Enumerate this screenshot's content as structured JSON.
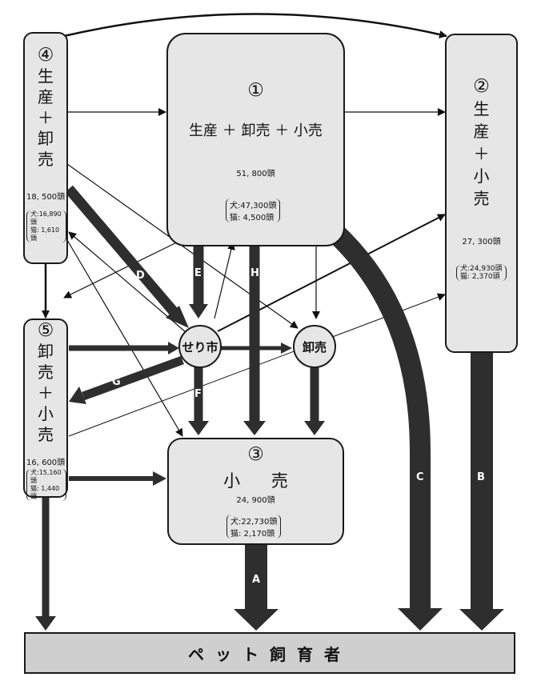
{
  "nodes": {
    "n1": {
      "number": "①",
      "title": "生産 ＋ 卸売 ＋ 小売",
      "total": "51, 800頭",
      "dog": "犬:47,300頭",
      "cat": "猫: 4,500頭"
    },
    "n2": {
      "number": "②",
      "line1": "生",
      "line2": "産",
      "line3": "＋",
      "line4": "小",
      "line5": "売",
      "total": "27, 300頭",
      "dog": "犬:24,930頭",
      "cat": "猫: 2,370頭"
    },
    "n3": {
      "number": "③",
      "title": "小 売",
      "total": "24, 900頭",
      "dog": "犬:22,730頭",
      "cat": "猫: 2,170頭"
    },
    "n4": {
      "number": "④",
      "line1": "生",
      "line2": "産",
      "line3": "＋",
      "line4": "卸",
      "line5": "売",
      "total": "18, 500頭",
      "dog": "犬:16,890頭",
      "cat": "猫: 1,610頭"
    },
    "n5": {
      "number": "⑤",
      "line1": "卸",
      "line2": "売",
      "line3": "＋",
      "line4": "小",
      "line5": "売",
      "total": "16, 600頭",
      "dog": "犬:15,160頭",
      "cat": "猫: 1,440頭"
    },
    "seri": "せり市",
    "oroshi": "卸売"
  },
  "flows": {
    "A": "A",
    "B": "B",
    "C": "C",
    "D": "D",
    "E": "E",
    "F": "F",
    "G": "G",
    "H": "H"
  },
  "consumer": "ペット飼育者"
}
